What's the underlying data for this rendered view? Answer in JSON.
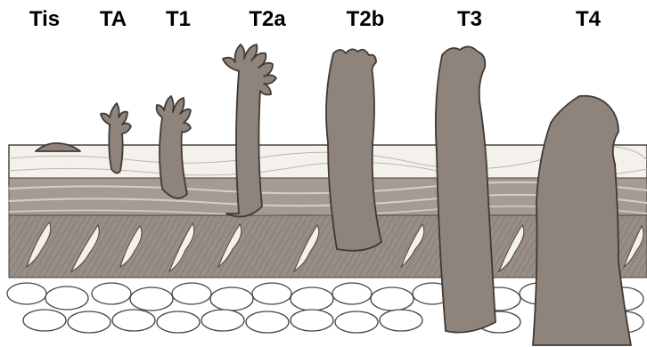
{
  "diagram": {
    "stages": [
      {
        "label": "Tis"
      },
      {
        "label": "TA"
      },
      {
        "label": "T1"
      },
      {
        "label": "T2a"
      },
      {
        "label": "T2b"
      },
      {
        "label": "T3"
      },
      {
        "label": "T4"
      }
    ],
    "colors": {
      "tumor": "#8f847c",
      "tumor_stroke": "#3f3a36",
      "muscle": "#9a8f87",
      "muscle_light": "#b3aaa3",
      "submucosa": "#f2efe9",
      "fat": "#ffffff",
      "outline": "#4a4440"
    }
  }
}
